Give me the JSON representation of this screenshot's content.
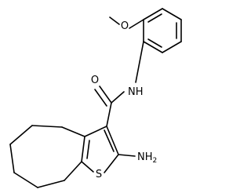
{
  "molecule": {
    "atoms": {
      "oxygen_methoxy": "O",
      "oxygen_carbonyl": "O",
      "amide_nitrogen": "NH",
      "amino_group": "NH2",
      "amino_subscript": "2",
      "sulfur": "S"
    },
    "colors": {
      "bond": "#000000",
      "label": "#000000",
      "background": "#ffffff"
    }
  }
}
